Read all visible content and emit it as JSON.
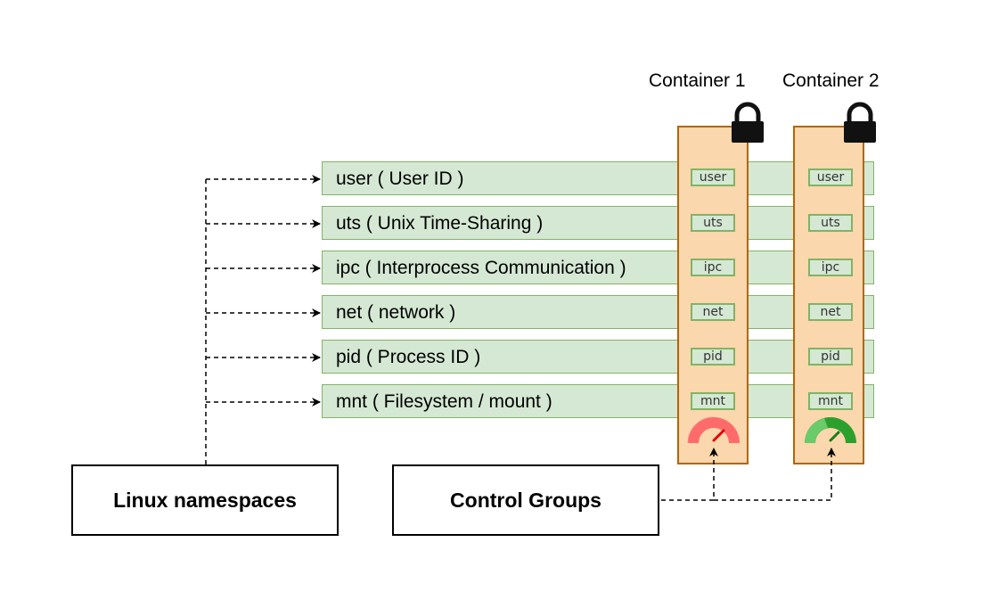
{
  "namespaces": [
    {
      "label": "user ( User ID )",
      "tag": "user"
    },
    {
      "label": "uts ( Unix Time-Sharing )",
      "tag": "uts"
    },
    {
      "label": "ipc ( Interprocess Communication )",
      "tag": "ipc"
    },
    {
      "label": "net ( network )",
      "tag": "net"
    },
    {
      "label": "pid ( Process ID )",
      "tag": "pid"
    },
    {
      "label": "mnt ( Filesystem / mount )",
      "tag": "mnt"
    }
  ],
  "containers": [
    {
      "title": "Container 1",
      "gauge": "red",
      "gauge_color": "#ff4d4d",
      "icon": "lock-icon"
    },
    {
      "title": "Container 2",
      "gauge": "green",
      "gauge_color": "#2ca02c",
      "icon": "lock-icon"
    }
  ],
  "boxes": {
    "linux_namespaces": "Linux namespaces",
    "control_groups": "Control Groups"
  },
  "colors": {
    "band_fill": "#d5e8d4",
    "band_stroke": "#82b366",
    "container_fill": "#fad7ac",
    "container_stroke": "#b46504"
  }
}
